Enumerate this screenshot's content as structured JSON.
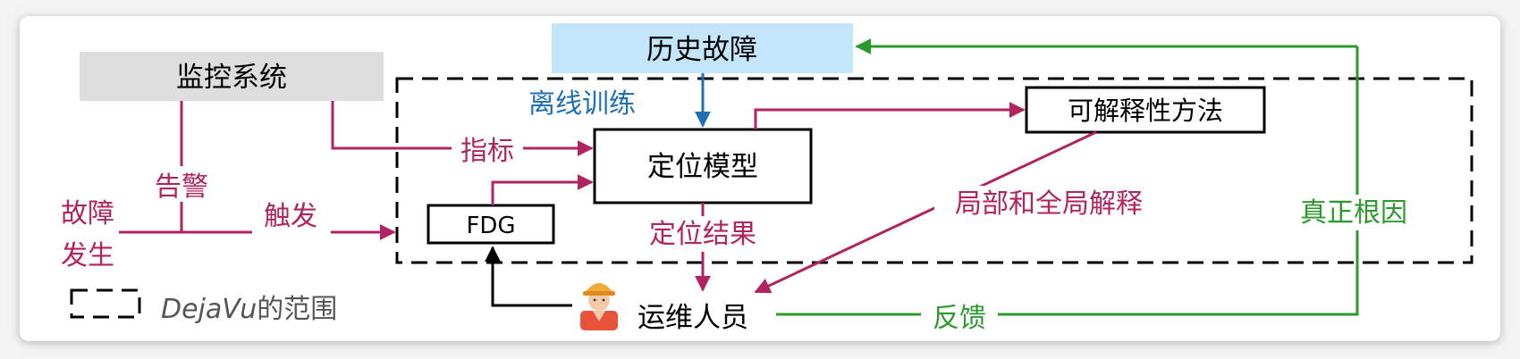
{
  "nodes": {
    "history": "历史故障",
    "monitor": "监控系统",
    "model": "定位模型",
    "explain": "可解释性方法",
    "fdg": "FDG",
    "ops": "运维人员"
  },
  "labels": {
    "offline": "离线训练",
    "metrics": "指标",
    "alert": "告警",
    "trigger": "触发",
    "fault_line1": "故障",
    "fault_line2": "发生",
    "result": "定位结果",
    "local_global": "局部和全局解释",
    "root_cause": "真正根因",
    "feedback": "反馈"
  },
  "legend": {
    "name": "DejaVu",
    "suffix": "的范围"
  },
  "colors": {
    "magenta": "#b0245f",
    "green": "#2b9a2b",
    "blue": "#1f6fb4",
    "history_fill": "#c3e6fb",
    "monitor_fill": "#dedede"
  }
}
